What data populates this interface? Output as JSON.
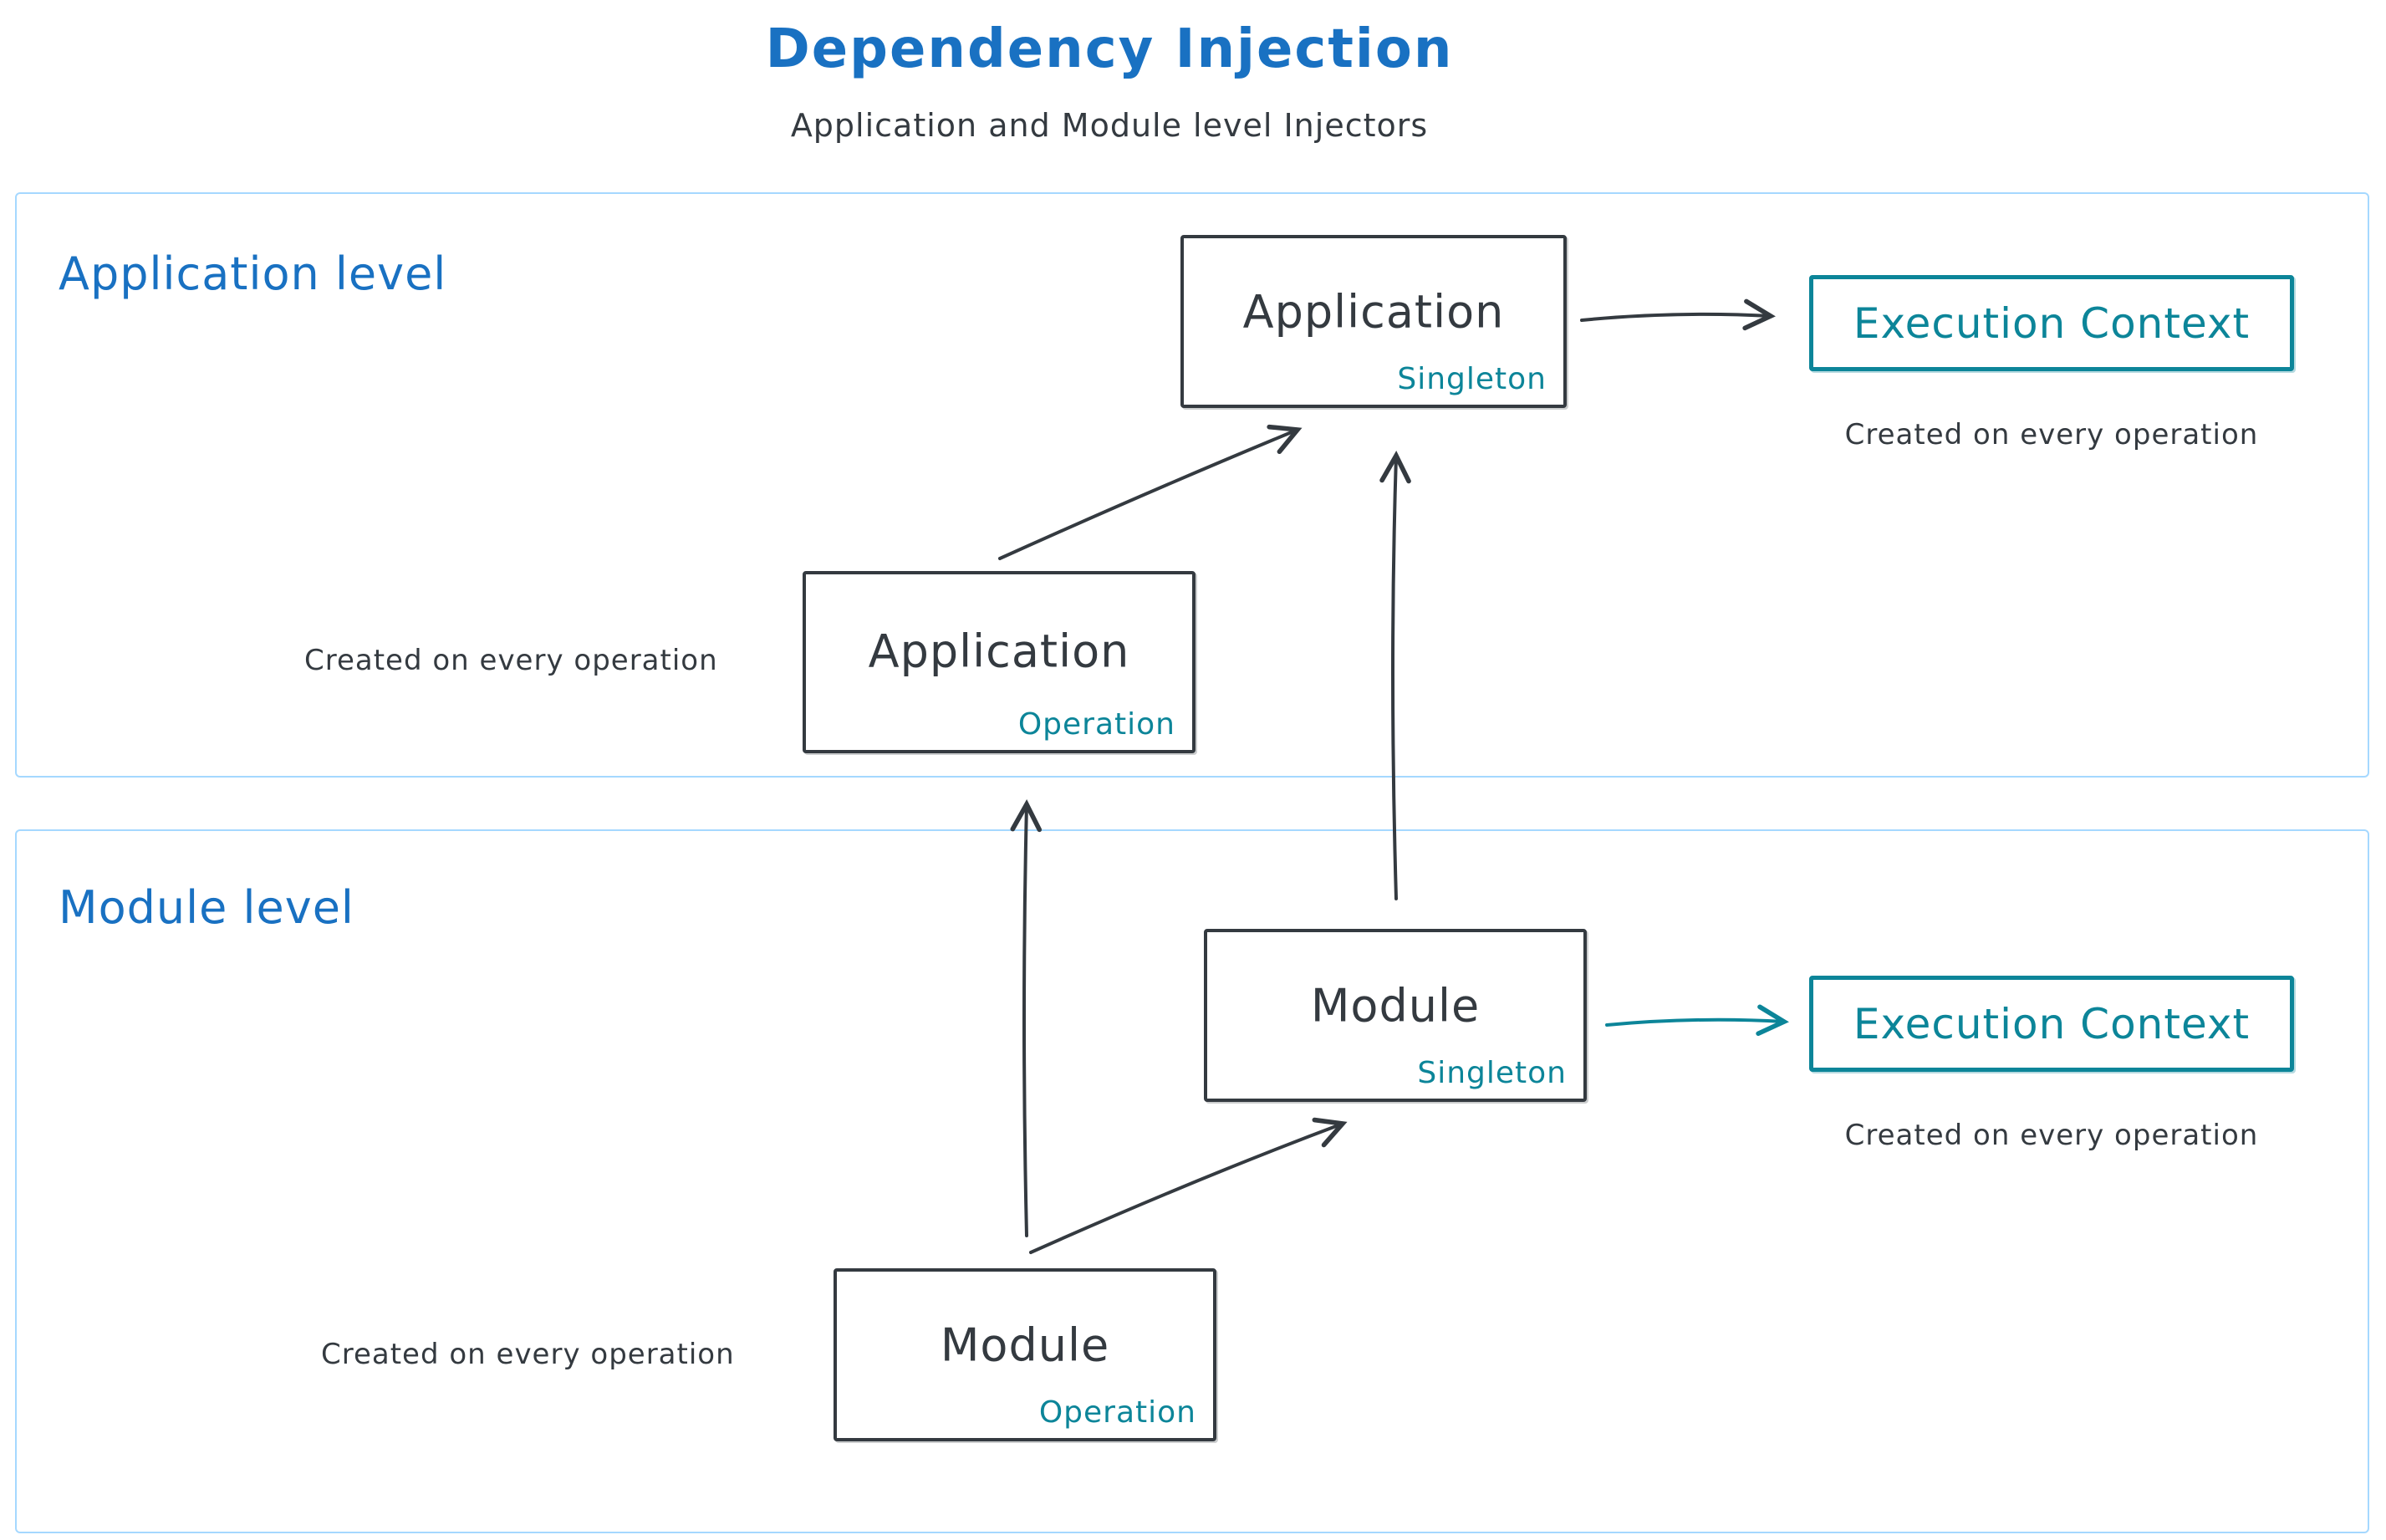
{
  "title": "Dependency Injection",
  "subtitle": "Application and Module level Injectors",
  "colors": {
    "accent_blue": "#1971c2",
    "accent_teal": "#0c8599",
    "stroke_dark": "#343a40",
    "panel_border": "#a5d8ff"
  },
  "application_level": {
    "label": "Application level",
    "singleton_box": {
      "title": "Application",
      "tag": "Singleton"
    },
    "operation_box": {
      "title": "Application",
      "tag": "Operation"
    },
    "operation_caption": "Created on every operation",
    "execution_context": {
      "label": "Execution Context",
      "caption": "Created on every operation"
    }
  },
  "module_level": {
    "label": "Module level",
    "singleton_box": {
      "title": "Module",
      "tag": "Singleton"
    },
    "operation_box": {
      "title": "Module",
      "tag": "Operation"
    },
    "operation_caption": "Created on every operation",
    "execution_context": {
      "label": "Execution Context",
      "caption": "Created on every operation"
    }
  }
}
